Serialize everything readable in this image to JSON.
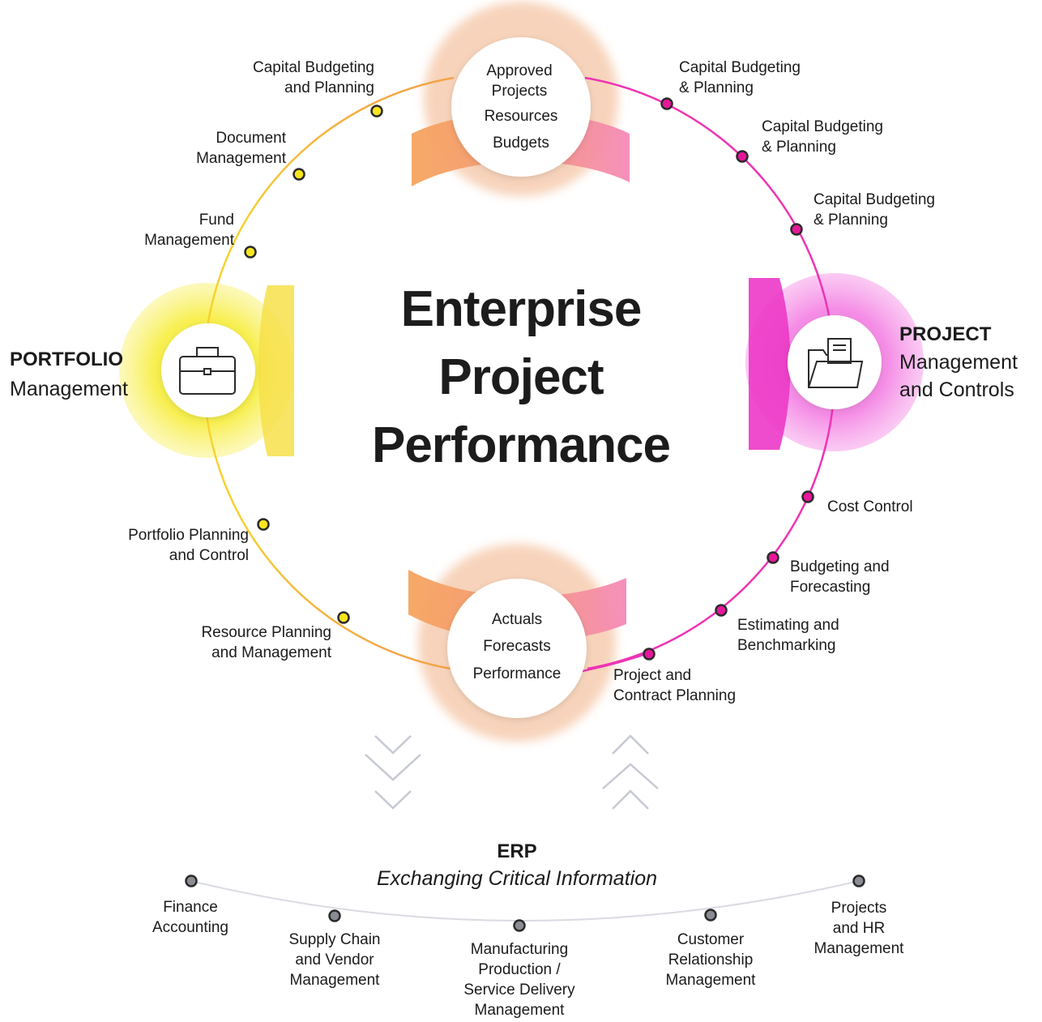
{
  "title": {
    "line1": "Enterprise",
    "line2": "Project",
    "line3": "Performance"
  },
  "top_node": {
    "line1": "Approved",
    "line2": "Projects",
    "item2": "Resources",
    "item3": "Budgets"
  },
  "bottom_node": {
    "item1": "Actuals",
    "item2": "Forecasts",
    "item3": "Performance"
  },
  "portfolio": {
    "bold": "PORTFOLIO",
    "sub": "Management",
    "icon": "briefcase-icon"
  },
  "project": {
    "bold": "PROJECT",
    "line1": "Management",
    "line2": "and Controls",
    "icon": "folder-icon"
  },
  "left_items": [
    {
      "l1": "Capital Budgeting",
      "l2": "and Planning"
    },
    {
      "l1": "Document",
      "l2": "Management"
    },
    {
      "l1": "Fund",
      "l2": "Management"
    },
    {
      "l1": "Portfolio Planning",
      "l2": "and Control"
    },
    {
      "l1": "Resource Planning",
      "l2": "and Management"
    }
  ],
  "right_items": [
    {
      "l1": "Capital Budgeting",
      "l2": "& Planning"
    },
    {
      "l1": "Capital Budgeting",
      "l2": "& Planning"
    },
    {
      "l1": "Capital Budgeting",
      "l2": "& Planning"
    },
    {
      "l1": "Cost Control",
      "l2": ""
    },
    {
      "l1": "Budgeting and",
      "l2": "Forecasting"
    },
    {
      "l1": "Estimating and",
      "l2": "Benchmarking"
    },
    {
      "l1": "Project and",
      "l2": "Contract Planning"
    }
  ],
  "erp": {
    "title": "ERP",
    "subtitle": "Exchanging Critical Information",
    "items": [
      {
        "l1": "Finance",
        "l2": "Accounting",
        "l3": "",
        "l4": ""
      },
      {
        "l1": "Supply Chain",
        "l2": "and Vendor",
        "l3": "Management",
        "l4": ""
      },
      {
        "l1": "Manufacturing",
        "l2": "Production /",
        "l3": "Service Delivery",
        "l4": "Management"
      },
      {
        "l1": "Customer",
        "l2": "Relationship",
        "l3": "Management",
        "l4": ""
      },
      {
        "l1": "Projects",
        "l2": "and HR",
        "l3": "Management",
        "l4": ""
      }
    ]
  },
  "colors": {
    "yellow": "#f5e11a",
    "magenta": "#ee1aa8",
    "orange": "#f6a068",
    "peach": "#f7c8a8",
    "gray": "#7d7f86"
  }
}
